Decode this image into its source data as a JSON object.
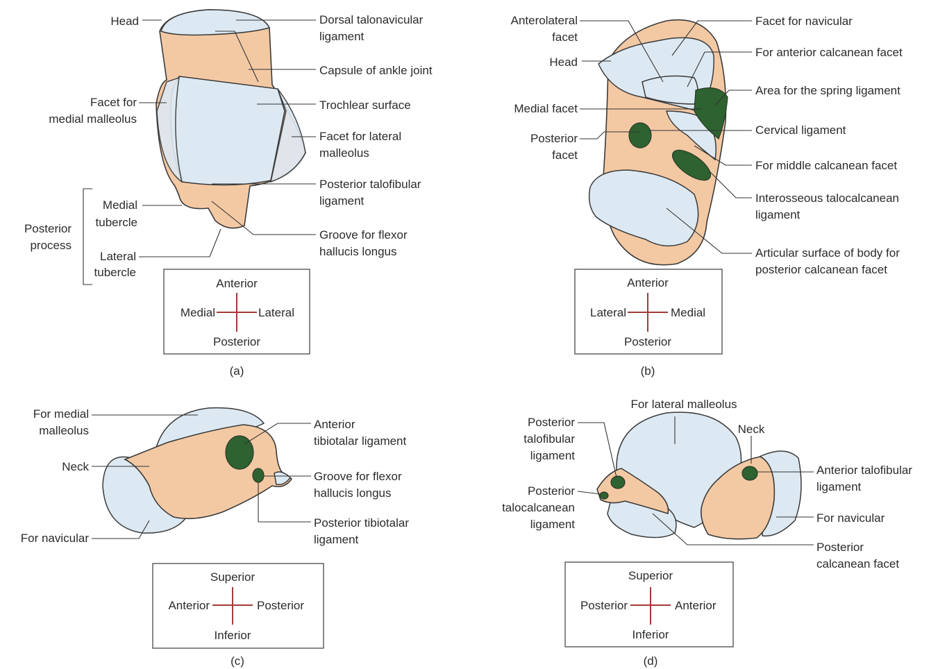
{
  "panels": {
    "a": {
      "caption": "(a)",
      "labels": {
        "head": "Head",
        "dorsal_1": "Dorsal talonavicular",
        "dorsal_2": "ligament",
        "capsule": "Capsule of ankle joint",
        "facet_medial_1": "Facet for",
        "facet_medial_2": "medial malleolus",
        "trochlear": "Trochlear surface",
        "facet_lateral_1": "Facet for lateral",
        "facet_lateral_2": "malleolus",
        "post_talofib_1": "Posterior talofibular",
        "post_talofib_2": "ligament",
        "medial_tub_1": "Medial",
        "medial_tub_2": "tubercle",
        "post_process_1": "Posterior",
        "post_process_2": "process",
        "lateral_tub_1": "Lateral",
        "lateral_tub_2": "tubercle",
        "groove_1": "Groove for flexor",
        "groove_2": "hallucis longus"
      },
      "orientation": {
        "top": "Anterior",
        "left": "Medial",
        "right": "Lateral",
        "bottom": "Posterior"
      }
    },
    "b": {
      "caption": "(b)",
      "labels": {
        "anterolateral_1": "Anterolateral",
        "anterolateral_2": "facet",
        "head": "Head",
        "medial_facet": "Medial facet",
        "posterior_facet_1": "Posterior",
        "posterior_facet_2": "facet",
        "navicular": "Facet for navicular",
        "ant_calc": "For anterior calcanean facet",
        "spring": "Area for the spring ligament",
        "cervical": "Cervical ligament",
        "middle_calc": "For middle calcanean facet",
        "interosseous_1": "Interosseous talocalcanean",
        "interosseous_2": "ligament",
        "articular_1": "Articular surface of body for",
        "articular_2": "posterior calcanean facet"
      },
      "orientation": {
        "top": "Anterior",
        "left": "Lateral",
        "right": "Medial",
        "bottom": "Posterior"
      }
    },
    "c": {
      "caption": "(c)",
      "labels": {
        "medial_mall_1": "For medial",
        "medial_mall_2": "malleolus",
        "neck": "Neck",
        "navicular": "For navicular",
        "ant_tibiotalar_1": "Anterior",
        "ant_tibiotalar_2": "tibiotalar ligament",
        "groove_1": "Groove for flexor",
        "groove_2": "hallucis longus",
        "post_tibiotalar_1": "Posterior tibiotalar",
        "post_tibiotalar_2": "ligament"
      },
      "orientation": {
        "top": "Superior",
        "left": "Anterior",
        "right": "Posterior",
        "bottom": "Inferior"
      }
    },
    "d": {
      "caption": "(d)",
      "labels": {
        "lateral_mall": "For lateral malleolus",
        "post_talofib_1": "Posterior",
        "post_talofib_2": "talofibular",
        "post_talofib_3": "ligament",
        "post_talocalc_1": "Posterior",
        "post_talocalc_2": "talocalcanean",
        "post_talocalc_3": "ligament",
        "neck": "Neck",
        "ant_talofib_1": "Anterior talofibular",
        "ant_talofib_2": "ligament",
        "navicular": "For navicular",
        "post_calc_1": "Posterior",
        "post_calc_2": "calcanean facet"
      },
      "orientation": {
        "top": "Superior",
        "left": "Posterior",
        "right": "Anterior",
        "bottom": "Inferior"
      }
    }
  },
  "colors": {
    "bone": "#f3c9a4",
    "articular": "#dde9f2",
    "ligament": "#2e6230",
    "cross": "#a33a3a"
  }
}
